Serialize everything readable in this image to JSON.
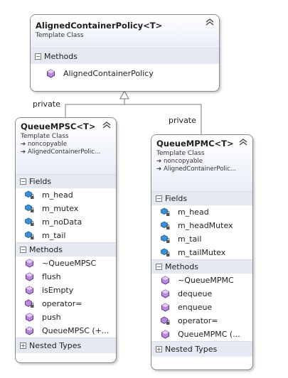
{
  "connectors": {
    "left_label": "private",
    "right_label": "private"
  },
  "policy": {
    "title": "AlignedContainerPolicy<T>",
    "subtitle": "Template Class",
    "methods_label": "Methods",
    "methods": [
      "AlignedContainerPolicy"
    ]
  },
  "mpsc": {
    "title": "QueueMPSC<T>",
    "subtitle": "Template Class",
    "inherits": [
      "noncopyable",
      "AlignedContainerPolic..."
    ],
    "fields_label": "Fields",
    "fields": [
      "m_head",
      "m_mutex",
      "m_noData",
      "m_tail"
    ],
    "methods_label": "Methods",
    "methods": [
      "~QueueMPSC",
      "flush",
      "isEmpty",
      "operator=",
      "push",
      "QueueMPSC (+..."
    ],
    "nested_label": "Nested Types"
  },
  "mpmc": {
    "title": "QueueMPMC<T>",
    "subtitle": "Template Class",
    "inherits": [
      "noncopyable",
      "AlignedContainerPolic..."
    ],
    "fields_label": "Fields",
    "fields": [
      "m_head",
      "m_headMutex",
      "m_tail",
      "m_tailMutex"
    ],
    "methods_label": "Methods",
    "methods": [
      "~QueueMPMC",
      "dequeue",
      "enqueue",
      "operator=",
      "QueueMPMC (..."
    ],
    "nested_label": "Nested Types"
  },
  "colors": {
    "field_icon": "#1f6fb0",
    "method_icon": "#7a3aa8",
    "header_gradient": "#e9eef8",
    "section_bg": "#e4e9f2"
  }
}
